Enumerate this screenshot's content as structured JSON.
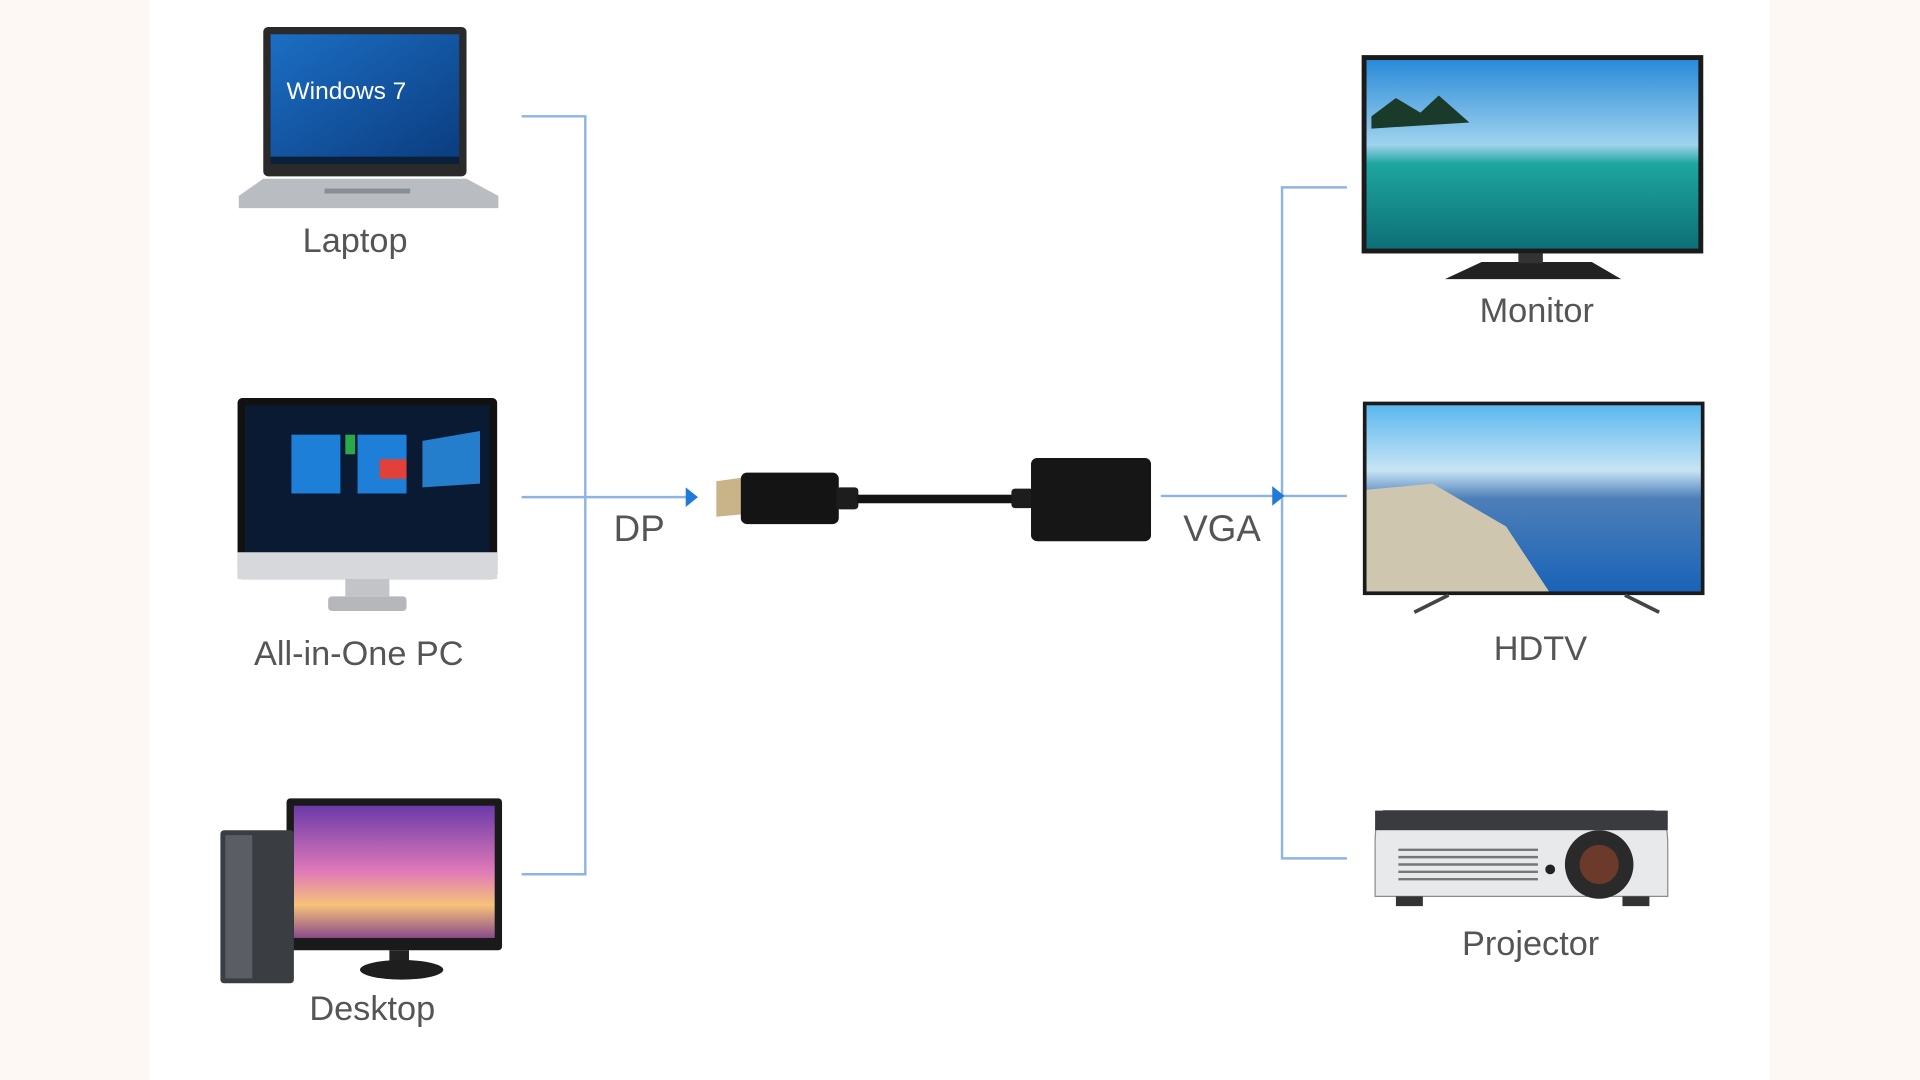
{
  "sources": [
    {
      "label": "Laptop",
      "screen_text": "Windows 7"
    },
    {
      "label": "All-in-One PC"
    },
    {
      "label": "Desktop"
    }
  ],
  "adapter": {
    "input_label": "DP",
    "output_label": "VGA"
  },
  "displays": [
    {
      "label": "Monitor"
    },
    {
      "label": "HDTV"
    },
    {
      "label": "Projector"
    }
  ],
  "colors": {
    "line": "#8fb4e3",
    "arrow": "#1f7ad8",
    "text": "#555555",
    "background": "#fdf8f3"
  }
}
